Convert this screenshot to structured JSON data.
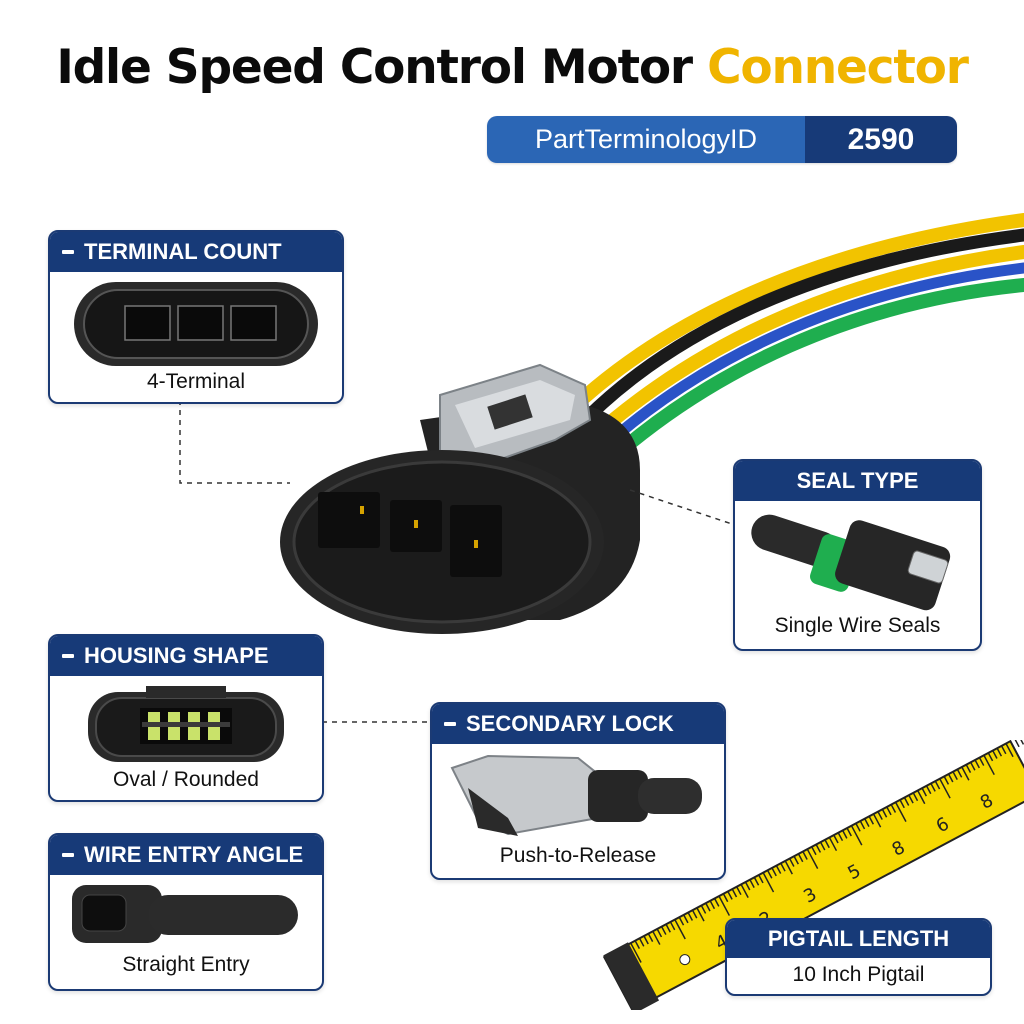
{
  "title": {
    "main": "Idle Speed Control Motor",
    "accent": "Connector"
  },
  "id_pill": {
    "label": "PartTerminologyID",
    "value": "2590"
  },
  "cards": {
    "terminal_count": {
      "header": "TERMINAL COUNT",
      "caption": "4-Terminal"
    },
    "seal_type": {
      "header": "SEAL TYPE",
      "caption": "Single Wire Seals"
    },
    "housing_shape": {
      "header": "HOUSING SHAPE",
      "caption": "Oval / Rounded"
    },
    "secondary_lock": {
      "header": "SECONDARY LOCK",
      "caption": "Push-to-Release"
    },
    "wire_entry_angle": {
      "header": "WIRE ENTRY ANGLE",
      "caption": "Straight Entry"
    },
    "pigtail_length": {
      "header": "PIGTAIL LENGTH",
      "caption": "10 Inch Pigtail"
    }
  },
  "tape_numbers": [
    "4",
    "2",
    "3",
    "5",
    "8",
    "6",
    "8"
  ],
  "colors": {
    "navy": "#173a78",
    "blue": "#2b66b5",
    "accent_yellow": "#f0b400",
    "wire_yellow": "#f2c300",
    "wire_green": "#1fae4f",
    "wire_blue": "#2a53c7",
    "wire_black": "#1a1a1a"
  }
}
